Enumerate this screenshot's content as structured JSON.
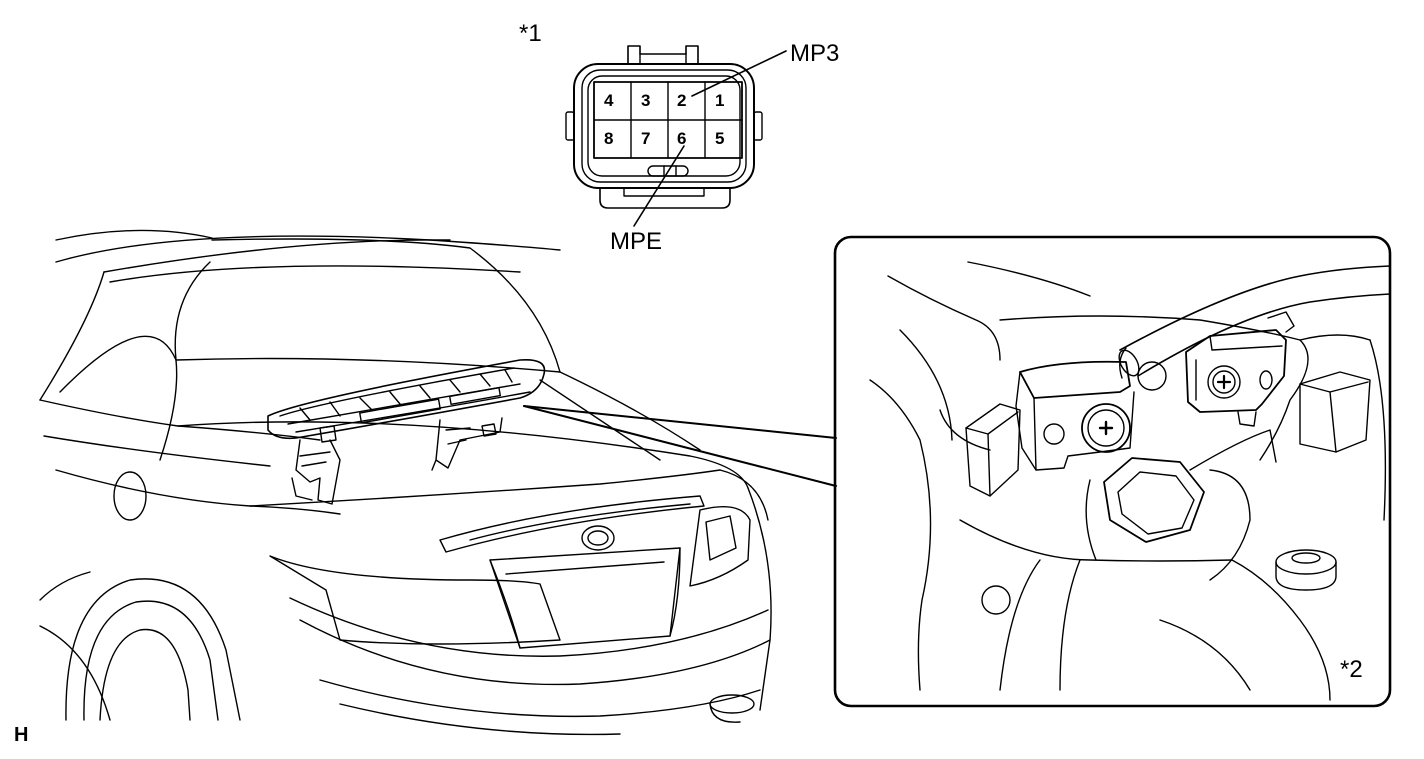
{
  "labels": {
    "ref1": "*1",
    "ref2": "*2",
    "mp3": "MP3",
    "mpe": "MPE",
    "corner": "H"
  },
  "connector": {
    "pins_top": [
      "4",
      "3",
      "2",
      "1"
    ],
    "pins_bottom": [
      "8",
      "7",
      "6",
      "5"
    ]
  }
}
